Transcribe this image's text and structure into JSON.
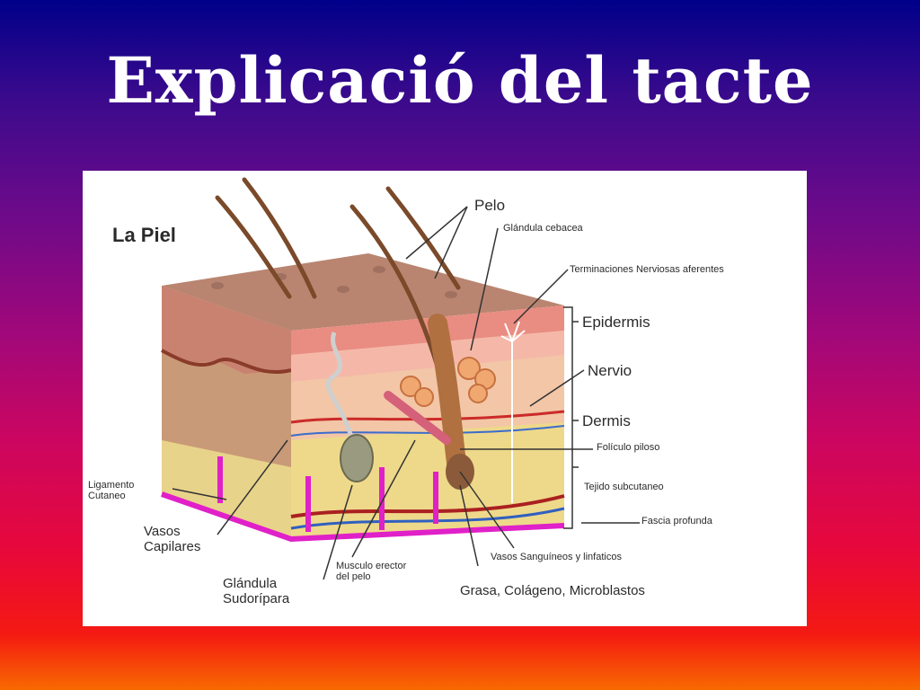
{
  "slide": {
    "title": "Explicació del tacte",
    "colors": {
      "gradient_top": "#00008a",
      "gradient_bottom": "#f86a00",
      "title": "#ffffff"
    }
  },
  "figure": {
    "title": "La Piel",
    "labels": {
      "pelo": "Pelo",
      "glandula_sebacea": "Glándula cebacea",
      "terminaciones": "Terminaciones Nerviosas aferentes",
      "epidermis": "Epidermis",
      "nervio": "Nervio",
      "dermis": "Dermis",
      "foliculo": "Folículo piloso",
      "tejido": "Tejido subcutaneo",
      "fascia": "Fascia profunda",
      "ligamento_l1": "Ligamento",
      "ligamento_l2": "Cutaneo",
      "vasos_capilares_l1": "Vasos",
      "vasos_capilares_l2": "Capilares",
      "sudoripara_l1": "Glándula",
      "sudoripara_l2": "Sudorípara",
      "musculo_l1": "Musculo erector",
      "musculo_l2": "del pelo",
      "vasos_sanguineos": "Vasos Sanguíneos y linfaticos",
      "grasa": "Grasa, Colágeno, Microblastos"
    }
  }
}
